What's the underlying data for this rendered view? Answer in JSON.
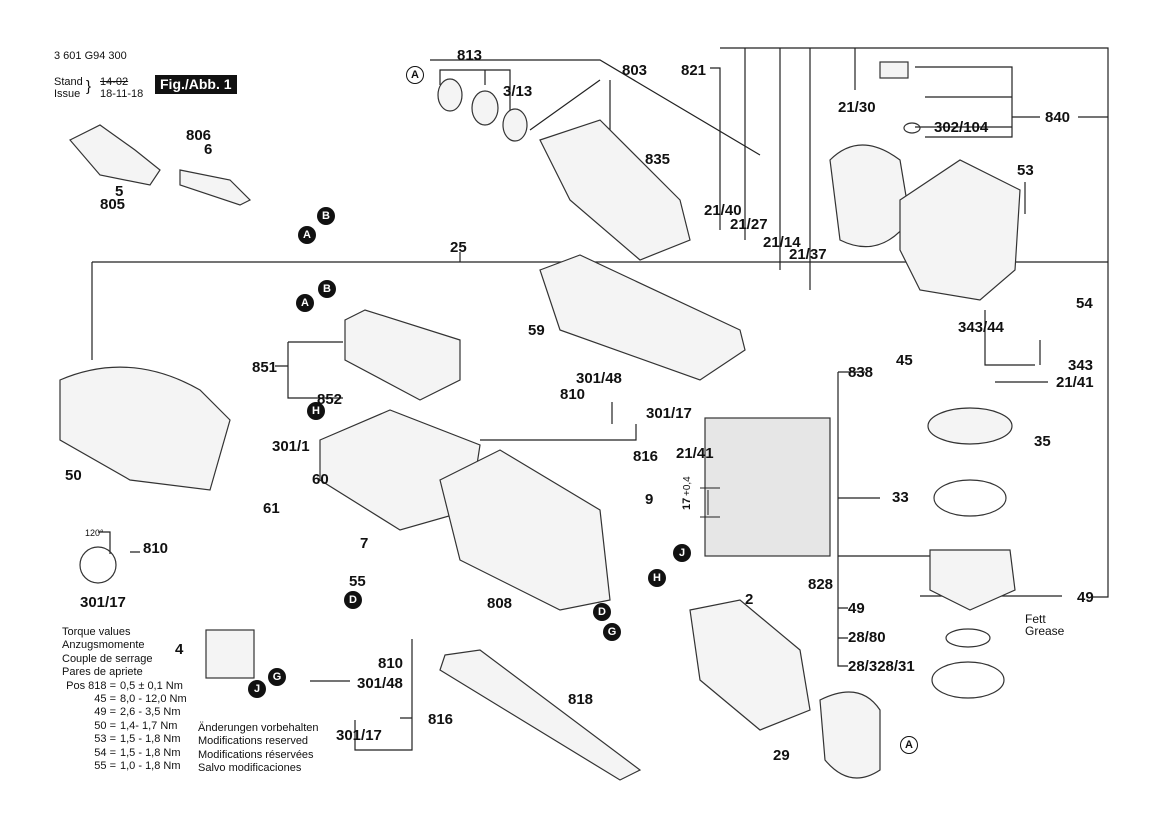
{
  "header": {
    "doc_number": "3 601 G94 300",
    "stand_label": "Stand",
    "issue_label": "Issue",
    "stand_value": "14-02",
    "issue_value": "18-11-18",
    "figure_label": "Fig./Abb. 1"
  },
  "part_labels": {
    "p813": "813",
    "p803": "803",
    "p313": "3/13",
    "p821": "821",
    "p835": "835",
    "p2130": "21/30",
    "p2140": "21/40",
    "p2127": "21/27",
    "p2114": "21/14",
    "p2137": "21/37",
    "p840": "840",
    "p302104": "302/104",
    "p53": "53",
    "p806": "806",
    "p6": "6",
    "p5": "5",
    "p805": "805",
    "p25": "25",
    "p851": "851",
    "p852": "852",
    "p59": "59",
    "p30148a": "301/48",
    "p810a": "810",
    "p30117a": "301/17",
    "p816a": "816",
    "p3011": "301/1",
    "p2141a": "21/41",
    "p17": "17",
    "p17tol": "+0,4",
    "p9": "9",
    "p50": "50",
    "p60": "60",
    "p61": "61",
    "p810b": "810",
    "p30117b": "301/17",
    "p7": "7",
    "p55": "55",
    "p808": "808",
    "p2": "2",
    "p4": "4",
    "p810c": "810",
    "p30148b": "301/48",
    "p30117c": "301/17",
    "p816b": "816",
    "p818": "818",
    "p29": "29",
    "p54": "54",
    "p34344": "343/44",
    "p45": "45",
    "p343": "343",
    "p838": "838",
    "p2141b": "21/41",
    "p35": "35",
    "p33": "33",
    "p828": "828",
    "p49a": "49",
    "p49b": "49",
    "p2880": "28/80",
    "p2832831": "28/328/31",
    "angle": "120°"
  },
  "grease_note": {
    "line1": "Fett",
    "line2": "Grease"
  },
  "connectors": {
    "A": "A",
    "B": "B",
    "D": "D",
    "G": "G",
    "H": "H",
    "J": "J"
  },
  "torque": {
    "title": [
      "Torque values",
      "Anzugsmomente",
      "Couple de serrage",
      "Pares de apriete"
    ],
    "rows": [
      {
        "pos": "Pos 818 =",
        "value": "0,5 ± 0,1 Nm"
      },
      {
        "pos": "45 =",
        "value": "8,0 - 12,0 Nm"
      },
      {
        "pos": "49 =",
        "value": "2,6 - 3,5 Nm"
      },
      {
        "pos": "50 =",
        "value": "1,4- 1,7 Nm"
      },
      {
        "pos": "53 =",
        "value": "1,5 - 1,8 Nm"
      },
      {
        "pos": "54 =",
        "value": "1,5 - 1,8 Nm"
      },
      {
        "pos": "55 =",
        "value": "1,0 - 1,8 Nm"
      }
    ]
  },
  "modifications": [
    "Änderungen vorbehalten",
    "Modifications reserved",
    "Modifications réservées",
    "Salvo modificaciones"
  ]
}
